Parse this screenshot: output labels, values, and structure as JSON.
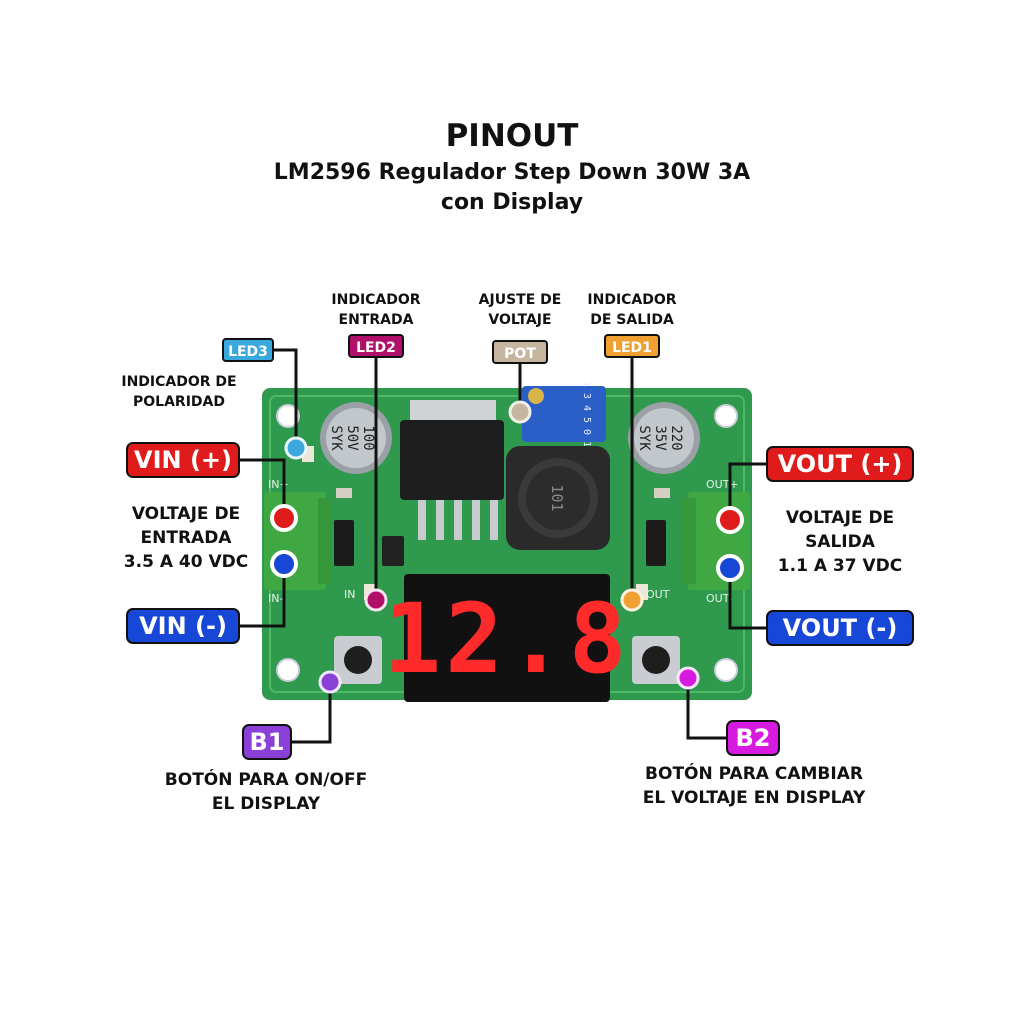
{
  "header": {
    "title": "PINOUT",
    "subtitle_line1": "LM2596 Regulador Step Down 30W 3A",
    "subtitle_line2": "con Display"
  },
  "display": {
    "reading": "12.8",
    "color": "#ff2a2a"
  },
  "board": {
    "cap_left": [
      "100",
      "50V",
      "SYK"
    ],
    "cap_right": [
      "220",
      "35V",
      "SYK"
    ],
    "inductor": "101",
    "silk_in_plus": "IN+",
    "silk_in_minus": "IN-",
    "silk_out_plus": "OUT+",
    "silk_out_minus": "OUT-",
    "silk_in": "IN",
    "silk_out": "OUT",
    "pot_marking": "1 3 4 5 0 1",
    "board_color": "#2f9a4e",
    "terminal_color": "#3fa843"
  },
  "labels": {
    "led3": {
      "tag": "LED3",
      "caption": [
        "INDICADOR DE",
        "POLARIDAD"
      ],
      "color": "#3aa8dc"
    },
    "led2": {
      "tag": "LED2",
      "caption": [
        "INDICADOR",
        "ENTRADA"
      ],
      "color": "#b0106a"
    },
    "pot": {
      "tag": "POT",
      "caption": [
        "AJUSTE DE",
        "VOLTAJE"
      ],
      "color": "#c6b6a0"
    },
    "led1": {
      "tag": "LED1",
      "caption": [
        "INDICADOR",
        "DE SALIDA"
      ],
      "color": "#f0a030"
    },
    "vin_plus": {
      "tag": "VIN (+)",
      "color": "#e01b1b"
    },
    "vin_minus": {
      "tag": "VIN (-)",
      "color": "#1747d6"
    },
    "vout_plus": {
      "tag": "VOUT (+)",
      "color": "#e01b1b"
    },
    "vout_minus": {
      "tag": "VOUT (-)",
      "color": "#1747d6"
    },
    "vin_range": [
      "VOLTAJE DE",
      "ENTRADA",
      "3.5 A 40 VDC"
    ],
    "vout_range": [
      "VOLTAJE DE",
      "SALIDA",
      "1.1 A 37 VDC"
    ],
    "b1": {
      "tag": "B1",
      "caption": [
        "BOTÓN PARA ON/OFF",
        "EL DISPLAY"
      ],
      "color": "#8a3fd6"
    },
    "b2": {
      "tag": "B2",
      "caption": [
        "BOTÓN PARA CAMBIAR",
        "EL VOLTAJE EN DISPLAY"
      ],
      "color": "#d61adf"
    }
  }
}
